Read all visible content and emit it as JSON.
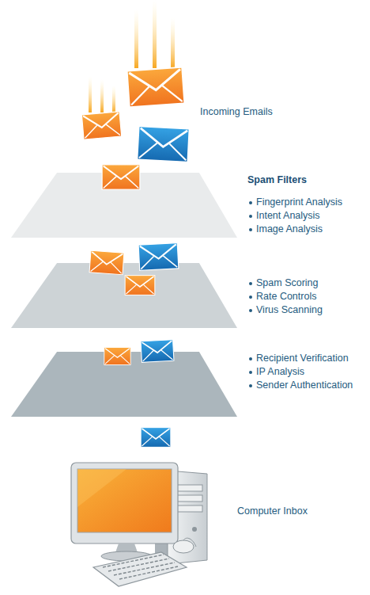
{
  "diagram": {
    "title": "Spam Filters",
    "nodes": [
      {
        "text": [
          "Fingerprint Analysis",
          "Intent Analysis",
          "Image Analysis"
        ]
      },
      {
        "text": [
          "Spam Scoring",
          "Rate Controls",
          "Virus Scanning"
        ]
      },
      {
        "text": [
          "Recipient Verification",
          "IP Analysis",
          "Sender Authentication"
        ]
      }
    ],
    "labels": [
      "Incoming Emails",
      "Computer Inbox"
    ]
  }
}
